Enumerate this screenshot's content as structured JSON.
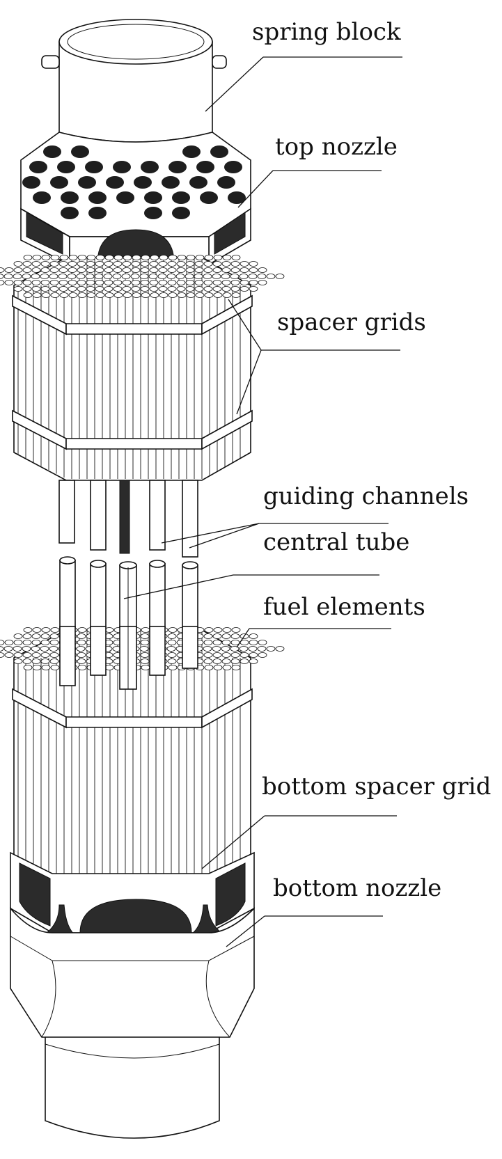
{
  "labels": {
    "spring_block": "spring block",
    "top_nozzle": "top nozzle",
    "spacer_grids": "spacer grids",
    "guiding_channels": "guiding channels",
    "central_tube": "central tube",
    "fuel_elements": "fuel elements",
    "bottom_spacer_grid": "bottom spacer grid",
    "bottom_nozzle": "bottom nozzle"
  },
  "colors": {
    "ink": "#111111",
    "shade": "#2b2b2b",
    "paper": "#ffffff"
  }
}
